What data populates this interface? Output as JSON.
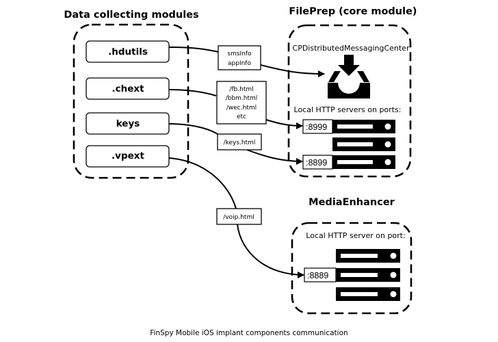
{
  "diagram": {
    "groups": {
      "data_collecting": {
        "title": "Data collecting modules"
      },
      "fileprep": {
        "title": "FilePrep (core module)",
        "messaging_label": "CPDistributedMessagingCenter",
        "servers_label": "Local HTTP servers on ports:"
      },
      "mediaenhancer": {
        "title": "MediaEnhancer",
        "server_label": "Local HTTP server on port:"
      }
    },
    "modules": [
      {
        "id": "hdutils",
        "label": ".hdutils"
      },
      {
        "id": "chext",
        "label": ".chext"
      },
      {
        "id": "keys",
        "label": "keys"
      },
      {
        "id": "vpext",
        "label": ".vpext"
      }
    ],
    "edge_labels": {
      "hdutils": [
        "smsInfo",
        "appInfo"
      ],
      "chext": [
        "/fb.html",
        "/bbm.html",
        "/wec.html",
        "etc"
      ],
      "keys": [
        "/keys.html"
      ],
      "vpext": [
        "/voip.html"
      ]
    },
    "ports": {
      "fileprep_1": ":8999",
      "fileprep_2": ":8899",
      "mediaenhancer_1": ":8889"
    },
    "edges": [
      {
        "from": ".hdutils",
        "via": "smsInfo / appInfo",
        "to": "CPDistributedMessagingCenter"
      },
      {
        "from": ".chext",
        "via": "/fb.html, /bbm.html, /wec.html, etc",
        "to": ":8999"
      },
      {
        "from": "keys",
        "via": "/keys.html",
        "to": ":8899"
      },
      {
        "from": ".vpext",
        "via": "/voip.html",
        "to": ":8889"
      }
    ],
    "icons": {
      "inbox": "inbox-download-icon",
      "server": "server-rack-icon"
    },
    "caption": "FinSpy Mobile iOS implant components communication"
  }
}
